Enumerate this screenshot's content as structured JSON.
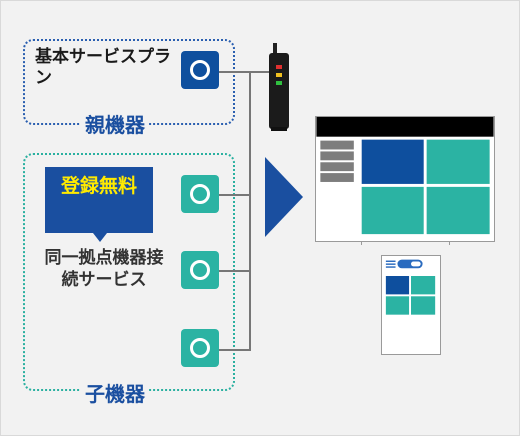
{
  "parent_group": {
    "plan_text": "基本サービスプラン",
    "label": "親機器"
  },
  "child_group": {
    "badge_text": "登録無料",
    "service_text": "同一拠点機器接続サービス",
    "label": "子機器"
  },
  "colors": {
    "parent_device": "#0e4f9e",
    "child_device": "#2bb3a3",
    "accent_blue": "#1a4fa0",
    "badge_text": "#ffea00",
    "line": "#777777"
  },
  "icons": {
    "device": "ring-icon",
    "router": "router-icon",
    "arrow": "right-arrow-icon",
    "monitor": "monitor-icon",
    "phone": "smartphone-icon"
  }
}
